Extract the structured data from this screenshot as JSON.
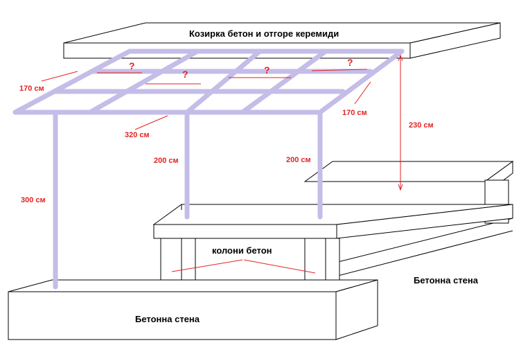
{
  "colors": {
    "outline": "#000000",
    "frame": "#c4bde8",
    "dimension": "#e32222",
    "background": "#ffffff"
  },
  "labels": {
    "roof": "Козирка бетон и отгоре керемиди",
    "columns": "колони бетон",
    "wall_front": "Бетонна стена",
    "wall_right": "Бетонна стена"
  },
  "dimensions": {
    "left_depth": "170 см",
    "right_depth": "170 см",
    "span": "320 см",
    "front_post": "300 см",
    "mid_post_left": "200 см",
    "mid_post_right": "200 см",
    "roof_height": "230 см"
  },
  "unknowns": [
    "?",
    "?",
    "?",
    "?"
  ]
}
